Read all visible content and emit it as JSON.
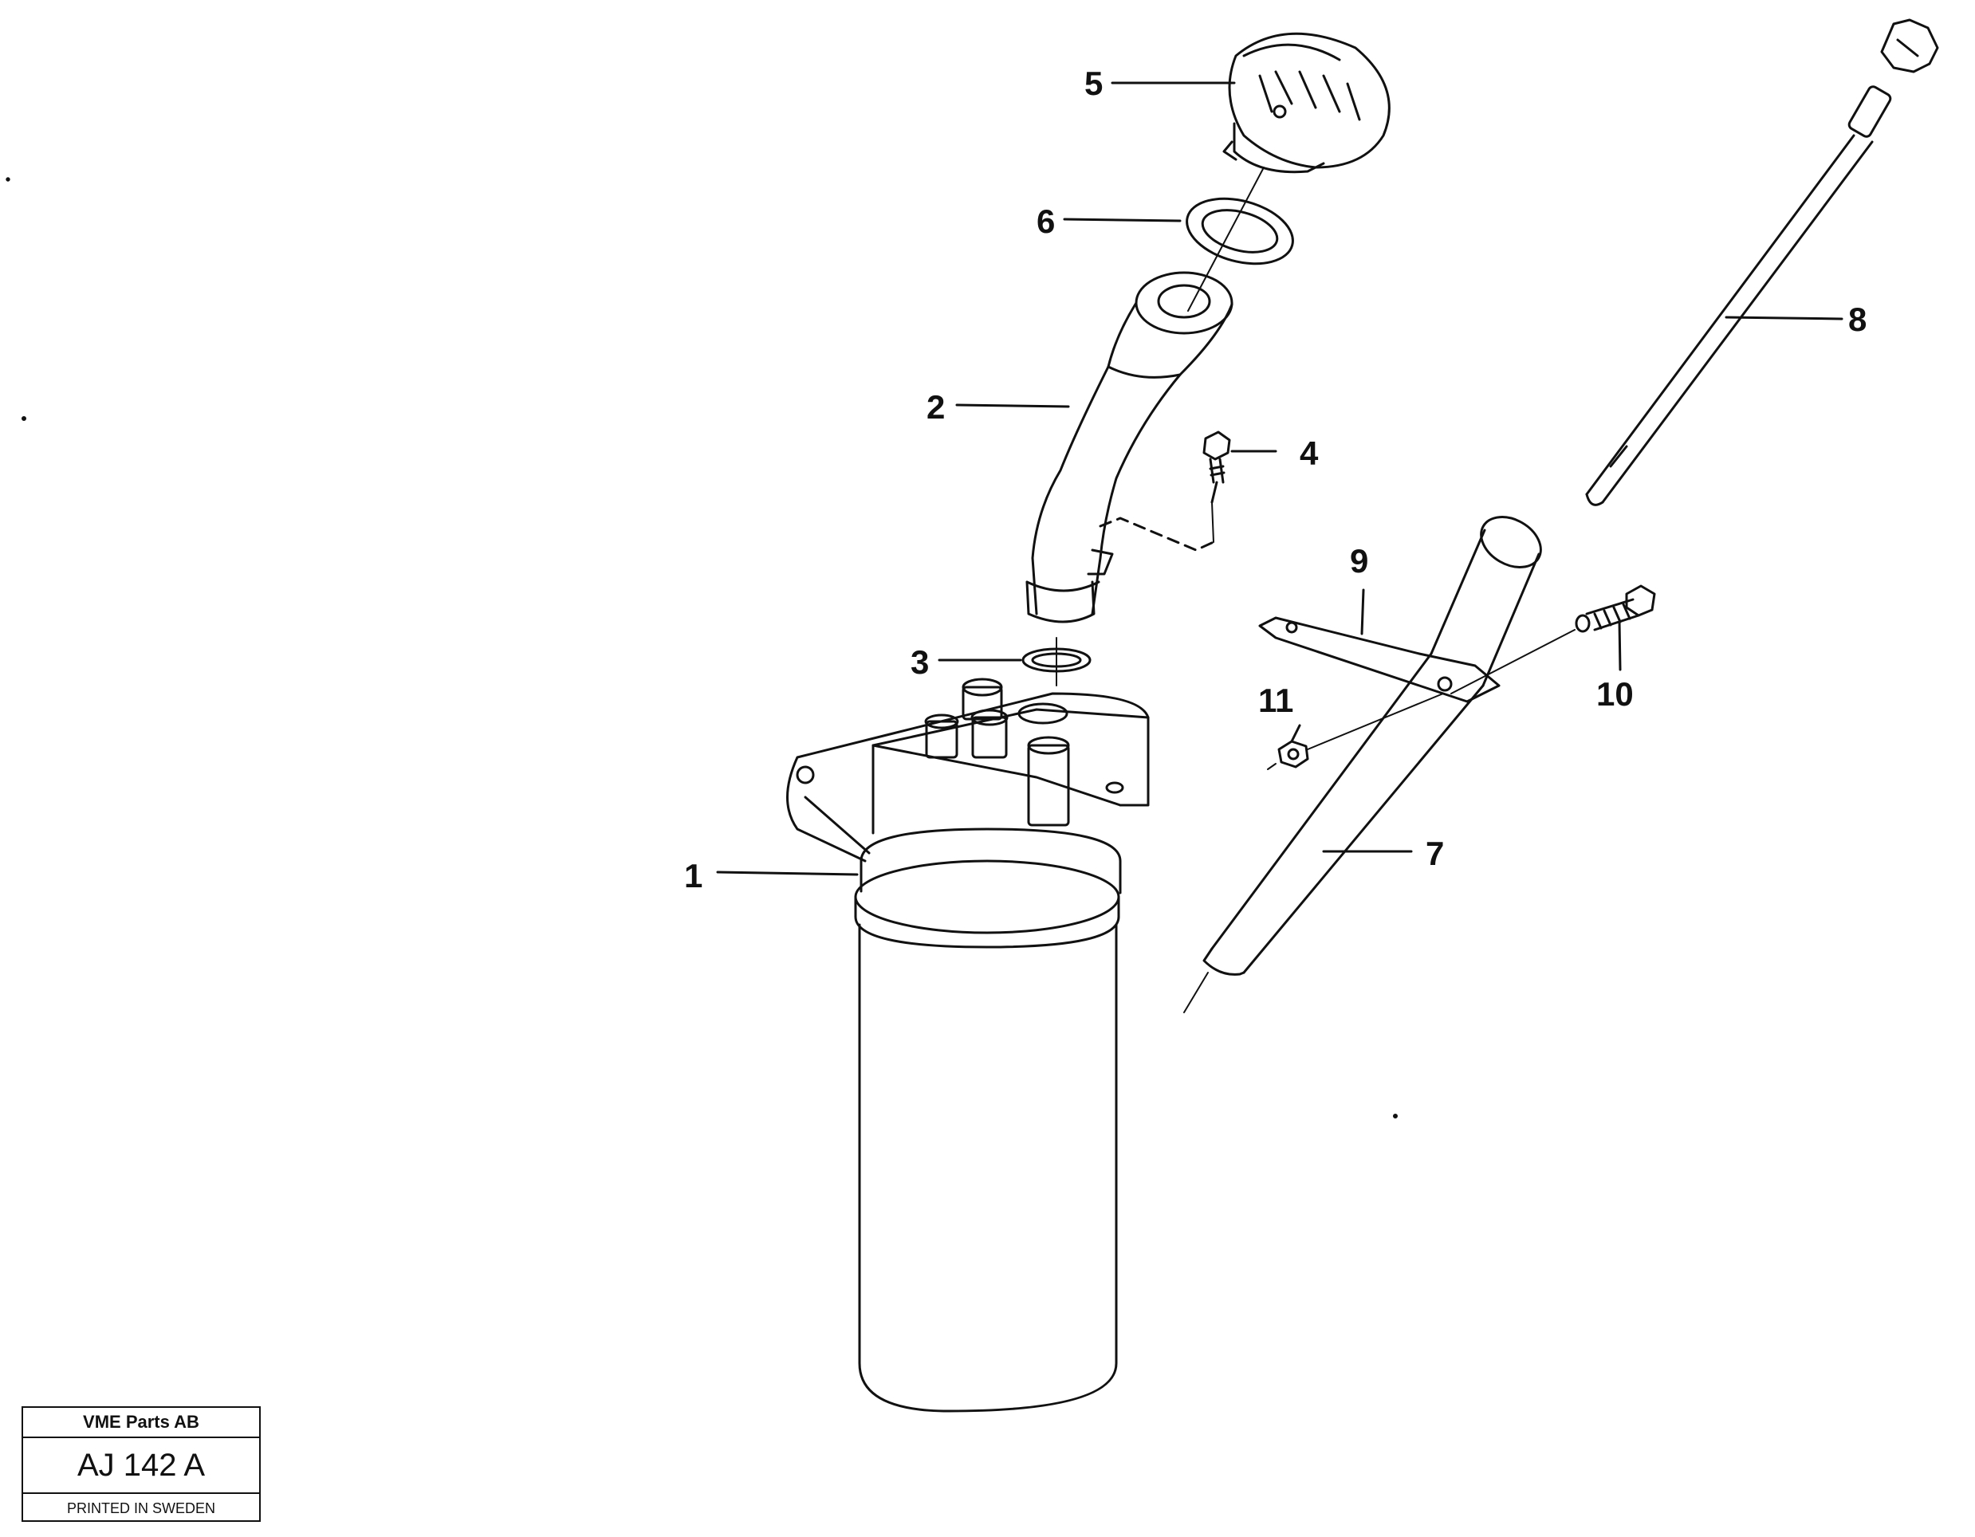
{
  "callouts": {
    "c1": "1",
    "c2": "2",
    "c3": "3",
    "c4": "4",
    "c5": "5",
    "c6": "6",
    "c7": "7",
    "c8": "8",
    "c9": "9",
    "c10": "10",
    "c11": "11"
  },
  "title_block": {
    "company": "VME Parts AB",
    "drawing_number": "AJ 142 A",
    "printed": "PRINTED IN SWEDEN"
  }
}
